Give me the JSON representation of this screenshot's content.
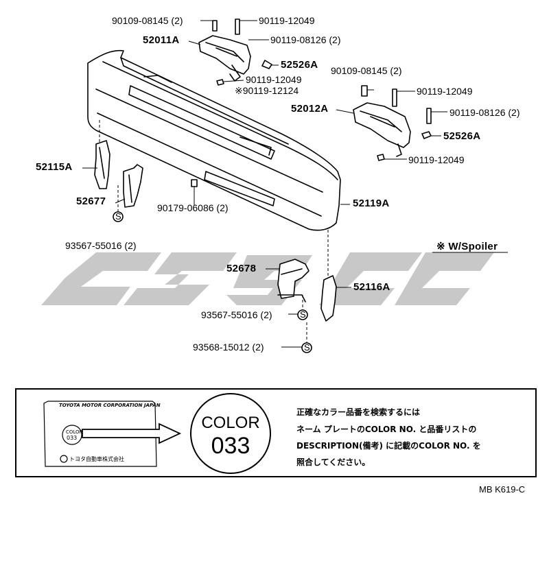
{
  "parts": {
    "p1": "90109-08145 (2)",
    "p2": "90119-12049",
    "p3": "52011A",
    "p4": "90119-08126 (2)",
    "p5": "52526A",
    "p6": "90119-12049",
    "p7": "※90119-12124",
    "p8": "90109-08145 (2)",
    "p9": "90119-12049",
    "p10": "52012A",
    "p11": "90119-08126 (2)",
    "p12": "52526A",
    "p13": "90119-12049",
    "p14": "52115A",
    "p15": "52677",
    "p16": "90179-06086 (2)",
    "p17": "52119A",
    "p18": "93567-55016 (2)",
    "p19": "52678",
    "p20": "52116A",
    "p21": "93567-55016 (2)",
    "p22": "93568-15012 (2)"
  },
  "spoiler_note": "※ W/Spoiler",
  "symbol_s": "S",
  "color_box": {
    "circle_line1": "COLOR",
    "circle_line2": "033",
    "plate_header": "TOYOTA MOTOR CORPORATION JAPAN",
    "plate_color_label": "COLOR",
    "plate_color_value": "033",
    "plate_maker": "トヨタ自動車株式会社",
    "instructions": [
      "正確なカラー品番を検索するには",
      "ネーム プレートのCOLOR NO. と品番リストの",
      "DESCRIPTION(備考) に記載のCOLOR NO. を",
      "照合してください。"
    ]
  },
  "diagram_code": "MB K619-C",
  "colors": {
    "line": "#000000",
    "watermark": "#c8c8c8",
    "background": "#ffffff"
  }
}
